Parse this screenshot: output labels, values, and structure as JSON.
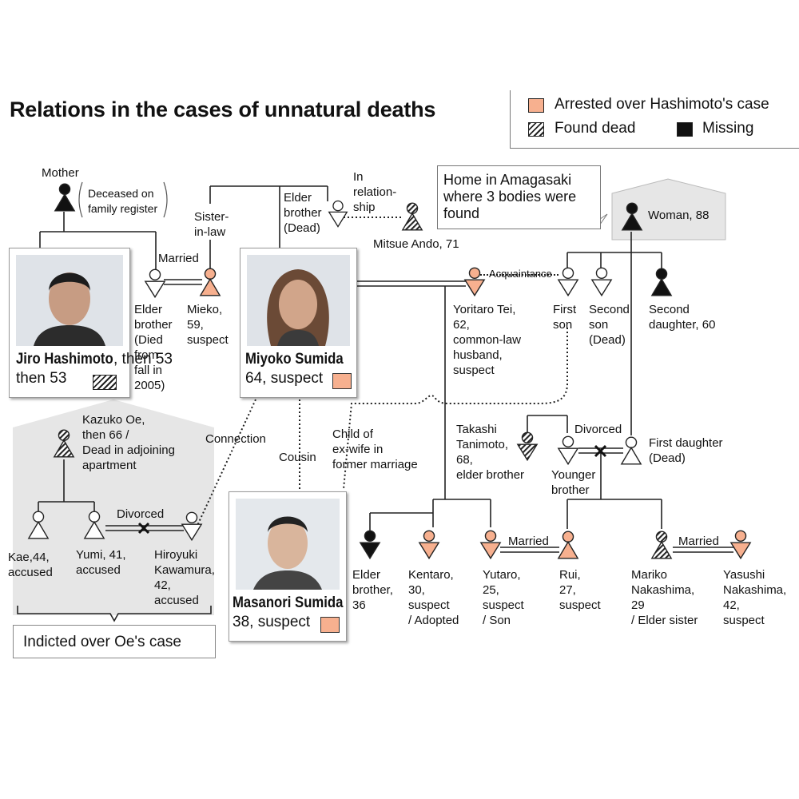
{
  "title": "Relations in the cases of unnatural deaths",
  "legend": {
    "arrested": "Arrested over Hashimoto's case",
    "found_dead": "Found dead",
    "missing": "Missing",
    "colors": {
      "arrested": "#f7b08f",
      "missing": "#111111",
      "hatch": "#222222",
      "panel": "#e6e6e6"
    }
  },
  "photos": {
    "jiro": {
      "name": "Jiro Hashimoto",
      "age": ", then 53"
    },
    "miyoko": {
      "name": "Miyoko Sumida",
      "age": "64, suspect"
    },
    "masanori": {
      "name": "Masanori Sumida",
      "age": "38, suspect"
    }
  },
  "labels": {
    "mother": "Mother",
    "deceased": "Deceased on\nfamily register",
    "married1": "Married",
    "sister_in_law": "Sister-\nin-law",
    "elder_brother_dead": "Elder\nbrother\n(Dead)",
    "in_relationship": "In\nrelation-\nship",
    "mitsue": "Mitsue Ando, 71",
    "home": "Home in Amagasaki\nwhere 3 bodies were\nfound",
    "woman": "Woman, 88",
    "elder_brother_jiro": "Elder\nbrother\n(Died\nfrom\nfall in\n2005)",
    "mieko": "Mieko,\n59,\nsuspect",
    "acquaintance": "Acquaintance",
    "yoritaro": "Yoritaro Tei,\n62,\ncommon-law\nhusband,\nsuspect",
    "first_son": "First\nson",
    "second_son": "Second\nson\n(Dead)",
    "second_daughter": "Second\ndaughter, 60",
    "kazuko": "Kazuko Oe,\nthen 66 /\nDead in adjoining\napartment",
    "connection": "Connection",
    "child_ex_wife": "Child of\nex-wife in\nformer marriage",
    "cousin": "Cousin",
    "takashi": "Takashi\nTanimoto,\n68,\nelder brother",
    "divorced1": "Divorced",
    "younger_brother": "Younger\nbrother",
    "first_daughter": "First daughter\n(Dead)",
    "divorced2": "Divorced",
    "kae": "Kae,44,\naccused",
    "yumi": "Yumi, 41,\naccused",
    "hiroyuki": "Hiroyuki\nKawamura,\n42,\naccused",
    "indicted": "Indicted over Oe's case",
    "elder_brother_36": "Elder\nbrother,\n36",
    "kentaro": "Kentaro,\n30,\nsuspect\n/ Adopted",
    "yutaro": "Yutaro,\n25,\nsuspect\n/ Son",
    "married2": "Married",
    "rui": "Rui,\n27,\nsuspect",
    "mariko": "Mariko\nNakashima,\n29\n/ Elder sister",
    "married3": "Married",
    "yasushi": "Yasushi\nNakashima,\n42,\nsuspect"
  }
}
